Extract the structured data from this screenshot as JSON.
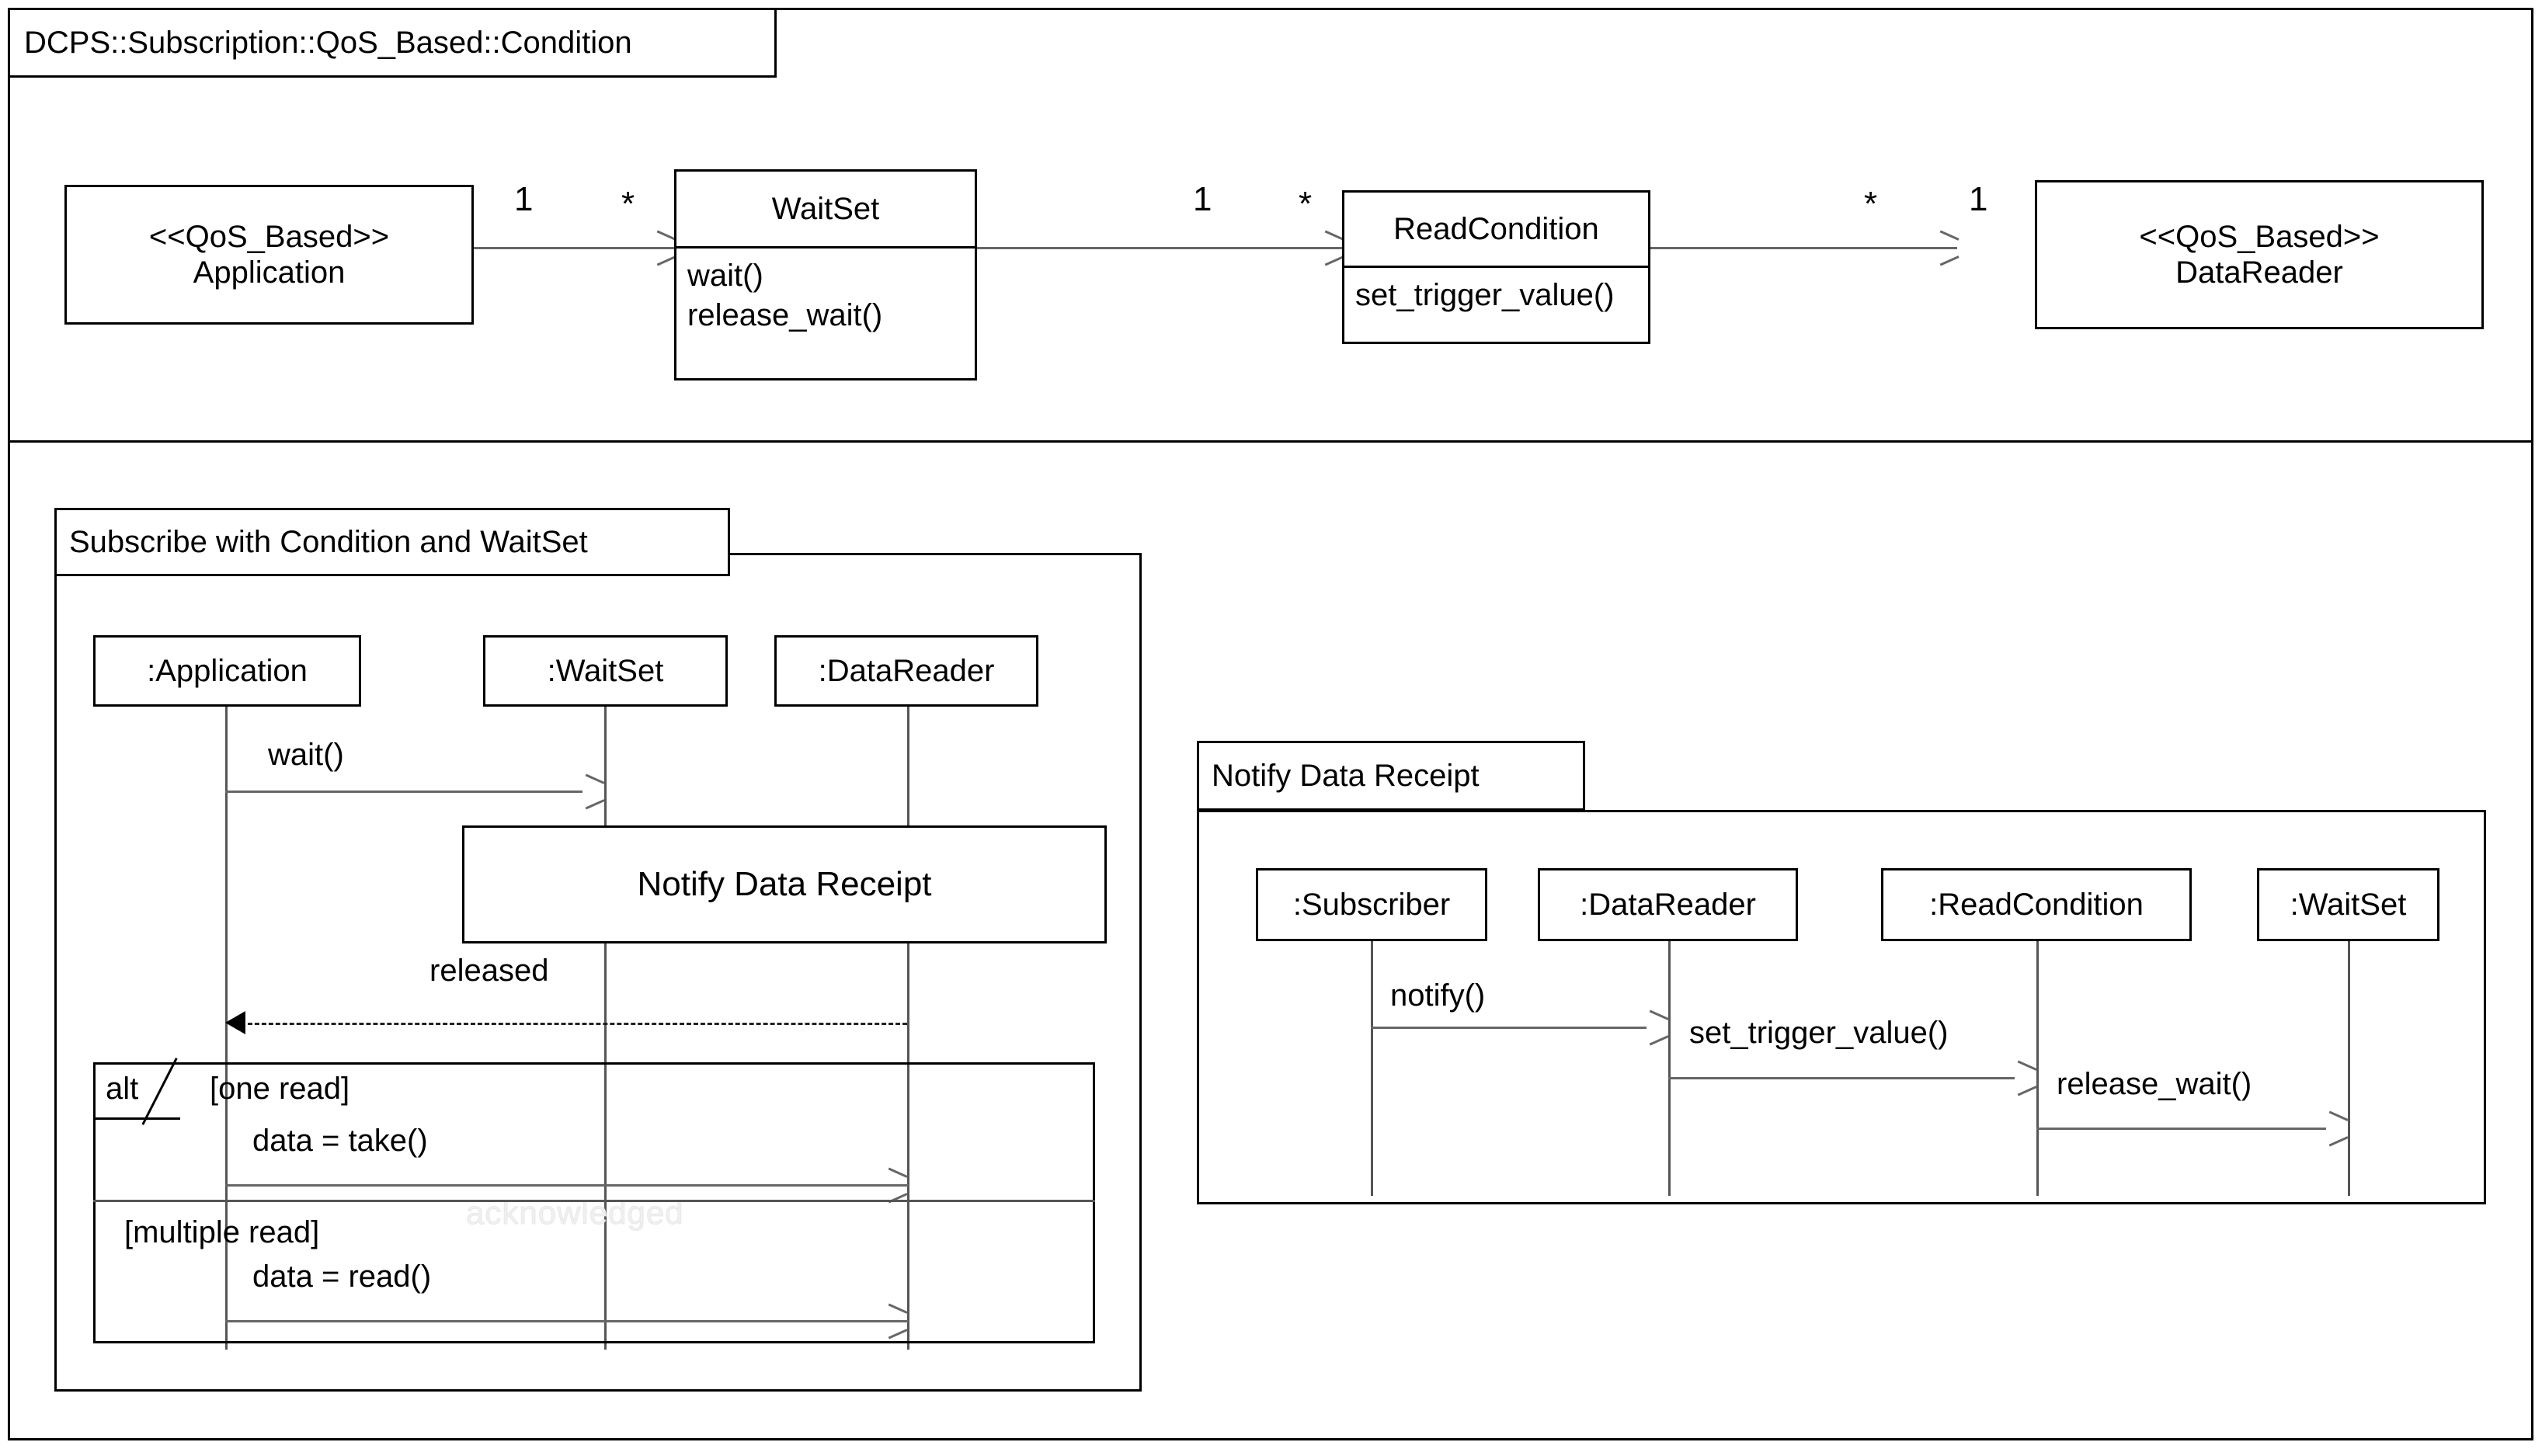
{
  "package": {
    "title": "DCPS::Subscription::QoS_Based::Condition"
  },
  "class_diagram": {
    "classes": [
      {
        "name": "application",
        "stereotype": "<<QoS_Based>>",
        "title": "Application",
        "operations": []
      },
      {
        "name": "waitset",
        "stereotype": "",
        "title": "WaitSet",
        "operations": [
          "wait()",
          "release_wait()"
        ]
      },
      {
        "name": "readcondition",
        "stereotype": "",
        "title": "ReadCondition",
        "operations": [
          "set_trigger_value()"
        ]
      },
      {
        "name": "datareader",
        "stereotype": "<<QoS_Based>>",
        "title": "DataReader",
        "operations": []
      }
    ],
    "associations": [
      {
        "from": "Application",
        "to": "WaitSet",
        "source_multiplicity": "1",
        "target_multiplicity": "*"
      },
      {
        "from": "WaitSet",
        "to": "ReadCondition",
        "source_multiplicity": "1",
        "target_multiplicity": "*"
      },
      {
        "from": "ReadCondition",
        "to": "DataReader",
        "source_multiplicity": "*",
        "target_multiplicity": "1"
      }
    ]
  },
  "sequence_left": {
    "frame_label": "Subscribe with Condition and WaitSet",
    "lifelines": [
      ":Application",
      ":WaitSet",
      ":DataReader"
    ],
    "messages": [
      {
        "label": "wait()",
        "from": ":Application",
        "to": ":WaitSet",
        "kind": "call"
      },
      {
        "label": "released",
        "from": ":DataReader",
        "to": ":Application",
        "kind": "return"
      },
      {
        "label": "data = take()",
        "from": ":Application",
        "to": ":DataReader",
        "kind": "call"
      },
      {
        "label": "data = read()",
        "from": ":Application",
        "to": ":DataReader",
        "kind": "call"
      }
    ],
    "reference": {
      "label": "Notify Data Receipt"
    },
    "combined_fragment": {
      "operator": "alt",
      "guards": [
        "[one read]",
        "[multiple read]"
      ]
    },
    "watermark": "acknowledged"
  },
  "sequence_right": {
    "frame_label": "Notify Data Receipt",
    "lifelines": [
      ":Subscriber",
      ":DataReader",
      ":ReadCondition",
      ":WaitSet"
    ],
    "messages": [
      {
        "label": "notify()",
        "from": ":Subscriber",
        "to": ":DataReader",
        "kind": "call"
      },
      {
        "label": "set_trigger_value()",
        "from": ":DataReader",
        "to": ":ReadCondition",
        "kind": "call"
      },
      {
        "label": "release_wait()",
        "from": ":ReadCondition",
        "to": ":WaitSet",
        "kind": "call"
      }
    ]
  }
}
